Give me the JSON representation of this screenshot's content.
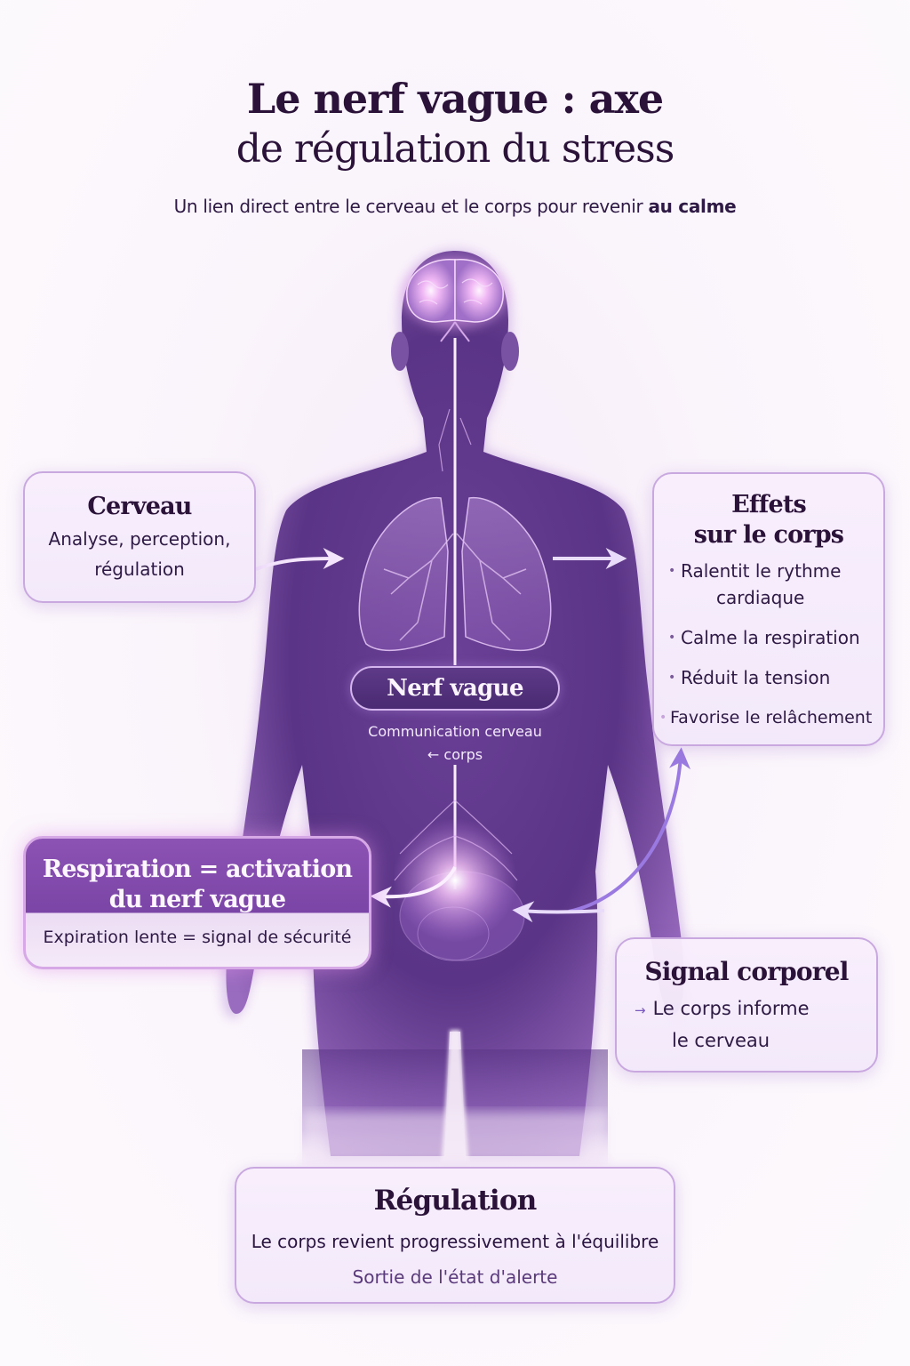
{
  "header": {
    "title_line1": "Le nerf vague : axe",
    "title_line2": "de régulation du stress",
    "subtitle_regular": "Un lien direct entre le cerveau et le corps pour revenir ",
    "subtitle_bold": "au calme"
  },
  "figure": {
    "description": "Silhouette humaine violette avec cerveau lumineux, poumons, nerf vague et intestins",
    "colors": {
      "body_dark": "#4e2f78",
      "body_mid": "#7a4fa0",
      "glow": "#f8d8ff",
      "arrow": "#9a7ae0",
      "card_border": "#c9a8e0"
    }
  },
  "cards": {
    "cerveau": {
      "title": "Cerveau",
      "text_line1": "Analyse, perception,",
      "text_line2": "régulation"
    },
    "effets": {
      "title_line1": "Effets",
      "title_line2": "sur le corps",
      "items": [
        {
          "line1": "Ralentit le rythme",
          "line2": "cardiaque"
        },
        {
          "line1": "Calme la respiration"
        },
        {
          "line1": "Réduit la tension"
        },
        {
          "line1": "Favorise le relâchement"
        }
      ]
    },
    "nerf_vague": {
      "label": "Nerf vague",
      "caption_line1": "Communication cerveau",
      "caption_line2": "← corps"
    },
    "respiration": {
      "title_line1": "Respiration = activation",
      "title_line2": "du nerf vague",
      "text": "Expiration lente = signal de sécurité"
    },
    "signal": {
      "title": "Signal corporel",
      "arrow": "→",
      "text_line1": "Le corps informe",
      "text_line2": "le cerveau"
    },
    "regulation": {
      "title": "Régulation",
      "text": "Le corps revient progressivement à l'équilibre",
      "subtext": "Sortie de l'état d'alerte"
    }
  }
}
